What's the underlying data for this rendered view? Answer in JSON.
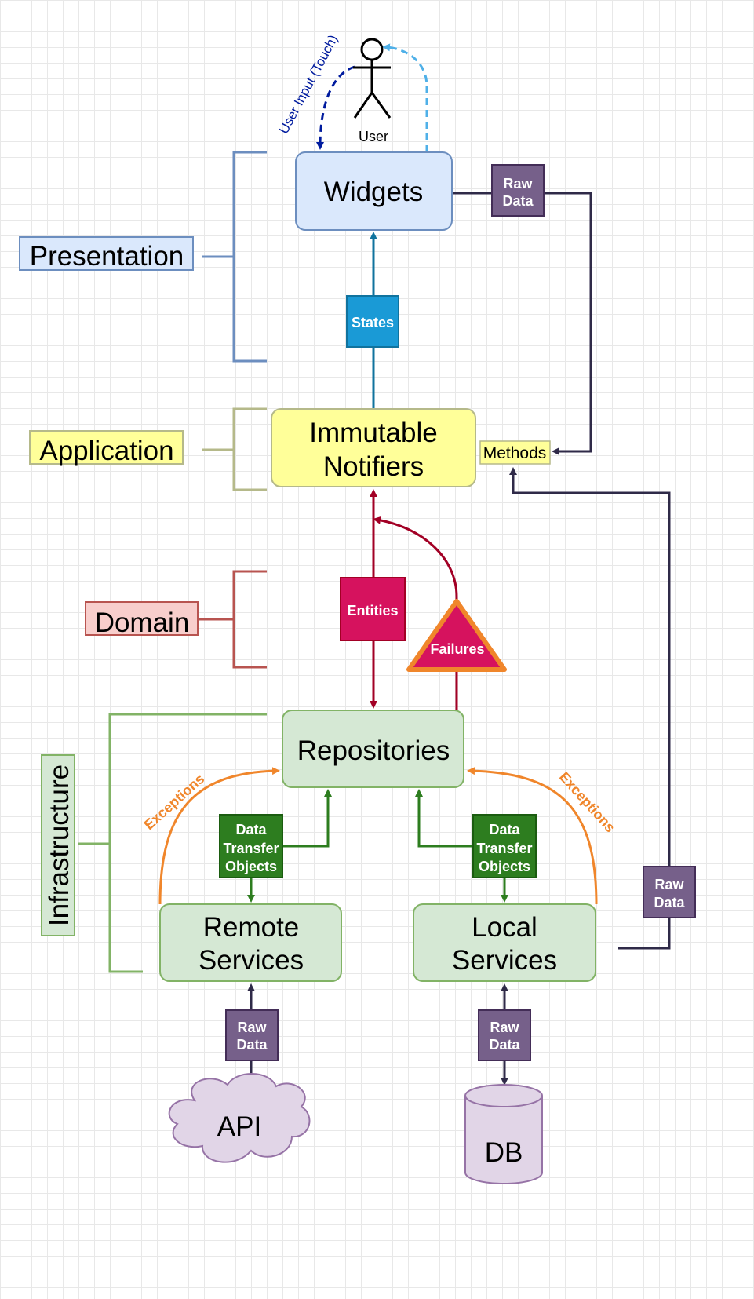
{
  "actor": {
    "label": "User"
  },
  "edge_labels": {
    "user_input": "User Input (Touch)"
  },
  "layers": {
    "presentation": "Presentation",
    "application": "Application",
    "domain": "Domain",
    "infrastructure": "Infrastructure"
  },
  "nodes": {
    "widgets": "Widgets",
    "notifiers_line1": "Immutable",
    "notifiers_line2": "Notifiers",
    "methods": "Methods",
    "repositories": "Repositories",
    "remote_line1": "Remote",
    "remote_line2": "Services",
    "local_line1": "Local",
    "local_line2": "Services",
    "api": "API",
    "db": "DB"
  },
  "tags": {
    "states": "States",
    "entities": "Entities",
    "failures": "Failures",
    "raw_data_line1": "Raw",
    "raw_data_line2": "Data",
    "dto_line1": "Data",
    "dto_line2": "Transfer",
    "dto_line3": "Objects",
    "exceptions": "Exceptions"
  },
  "colors": {
    "presentation": "#6c8ebf",
    "application": "#b5b98a",
    "domain": "#b85450",
    "infrastructure": "#82b366",
    "states": "#1a9ad6",
    "entities": "#d6125e",
    "failures_stroke": "#f0862b",
    "raw_data": "#76608a",
    "dto": "#2d7d1f",
    "exceptions": "#f0862b",
    "dark_line": "#2f2a48",
    "user_input": "#001b9e",
    "user_feedback": "#4fb0e8"
  }
}
